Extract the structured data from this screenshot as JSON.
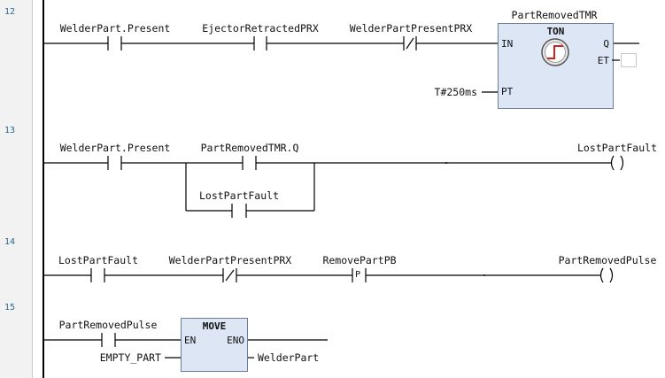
{
  "rung_numbers": [
    "12",
    "13",
    "14",
    "15"
  ],
  "rung12": {
    "contacts": [
      "WelderPart.Present",
      "EjectorRetractedPRX",
      "WelderPartPresentPRX"
    ],
    "timer_instance": "PartRemovedTMR",
    "timer_type": "TON",
    "pins": {
      "in": "IN",
      "pt": "PT",
      "q": "Q",
      "et": "ET"
    },
    "preset": "T#250ms"
  },
  "rung13": {
    "contacts": [
      "WelderPart.Present",
      "PartRemovedTMR.Q"
    ],
    "branch_contact": "LostPartFault",
    "coil": "LostPartFault"
  },
  "rung14": {
    "contacts": [
      "LostPartFault",
      "WelderPartPresentPRX",
      "RemovePartPB"
    ],
    "coil": "PartRemovedPulse"
  },
  "rung15": {
    "contact": "PartRemovedPulse",
    "block": "MOVE",
    "pins": {
      "en": "EN",
      "eno": "ENO"
    },
    "input": "EMPTY_PART",
    "output": "WelderPart"
  },
  "colors": {
    "wire": "#000000",
    "block_fill": "#dde6f4",
    "block_border": "#6a7d99",
    "rung_number": "#2a6a8a"
  }
}
